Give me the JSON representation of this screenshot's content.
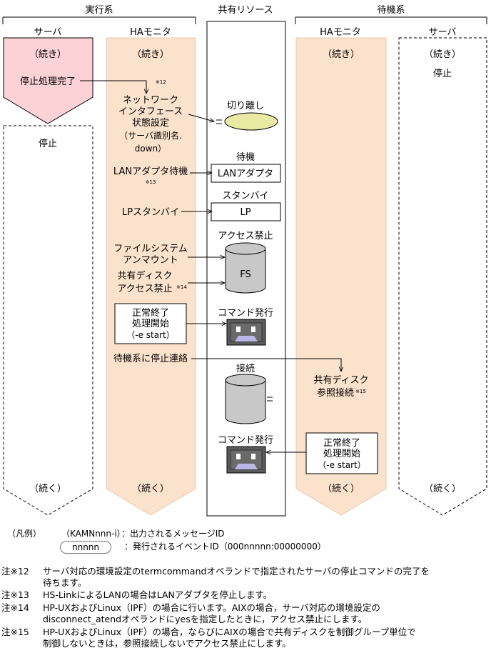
{
  "headers": {
    "active_system": "実行系",
    "shared_resources": "共有リソース",
    "standby_system": "待機系"
  },
  "columns": {
    "active_server": "サーバ",
    "active_ha_monitor": "HAモニタ",
    "standby_ha_monitor": "HAモニタ",
    "standby_server": "サーバ"
  },
  "active_server": {
    "continued_top": "（続き）",
    "stop_process_complete": "停止処理完了",
    "stopped": "停止",
    "continued_bottom": "（続く）"
  },
  "active_ha": {
    "continued_top": "（続き）",
    "note12": "※12",
    "network_settings": [
      "ネットワーク",
      "インタフェース",
      "状態設定",
      "（サーバ識別名.",
      "down）"
    ],
    "lan_adapter_wait": "LANアダプタ待機",
    "note13": "※13",
    "lp_standby": "LPスタンバイ",
    "fs_unmount": [
      "ファイルシステム",
      "アンマウント"
    ],
    "disk_access_block": [
      "共有ディスク",
      "アクセス禁止"
    ],
    "note14": "※14",
    "normal_end": [
      "正常終了",
      "処理開始",
      "（-e start）"
    ],
    "notify_standby_stop": "待機系に停止連絡",
    "continued_bottom": "（続く）"
  },
  "shared": {
    "detach": "切り離し",
    "standby": "待機",
    "lan_adapter": "LANアダプタ",
    "standby_kana": "スタンバイ",
    "lp": "LP",
    "access_denied": "アクセス禁止",
    "fs": "FS",
    "command_issue_1": "コマンド発行",
    "connect": "接続",
    "command_issue_2": "コマンド発行"
  },
  "standby_ha": {
    "continued_top": "（続き）",
    "disk_ref_connect": [
      "共有ディスク",
      "参照接続"
    ],
    "note15": "※15",
    "normal_end": [
      "正常終了",
      "処理開始",
      "（-e start）"
    ],
    "continued_bottom": "（続く）"
  },
  "standby_server": {
    "continued_top": "（続き）",
    "stopped": "停止",
    "continued_bottom": "（続く）"
  },
  "legend": {
    "title": "（凡例）",
    "message_id": "（KAMNnnn-i）",
    "message_desc": "：出力されるメッセージID",
    "event_pill": "nnnnn",
    "event_desc": "：発行されるイベントID（000nnnnn:00000000）"
  },
  "notes": [
    {
      "mark": "注※12",
      "lines": [
        "サーバ対応の環境設定のtermcommandオペランドで指定されたサーバの停止コマンドの完了を",
        "待ちます。"
      ]
    },
    {
      "mark": "注※13",
      "lines": [
        "HS-LinkによるLANの場合はLANアダプタを停止します。"
      ]
    },
    {
      "mark": "注※14",
      "lines": [
        "HP-UXおよびLinux（IPF）の場合に行います。AIXの場合，サーバ対応の環境設定の",
        "disconnect_atendオペランドにyesを指定したときに，アクセス禁止にします。"
      ]
    },
    {
      "mark": "注※15",
      "lines": [
        "HP-UXおよびLinux（IPF）の場合，ならびにAIXの場合で共有ディスクを制御グループ単位で",
        "制御しないときは，参照接続しないでアクセス禁止にします。"
      ]
    }
  ],
  "colors": {
    "ha_lane": "#fbe2cc",
    "server_active": "#fcd2d6",
    "ellipse": "#e8eaa4",
    "cylinder": "#c8c8c8",
    "command_body": "#5a5a5a",
    "command_face": "#bbb6e6"
  }
}
